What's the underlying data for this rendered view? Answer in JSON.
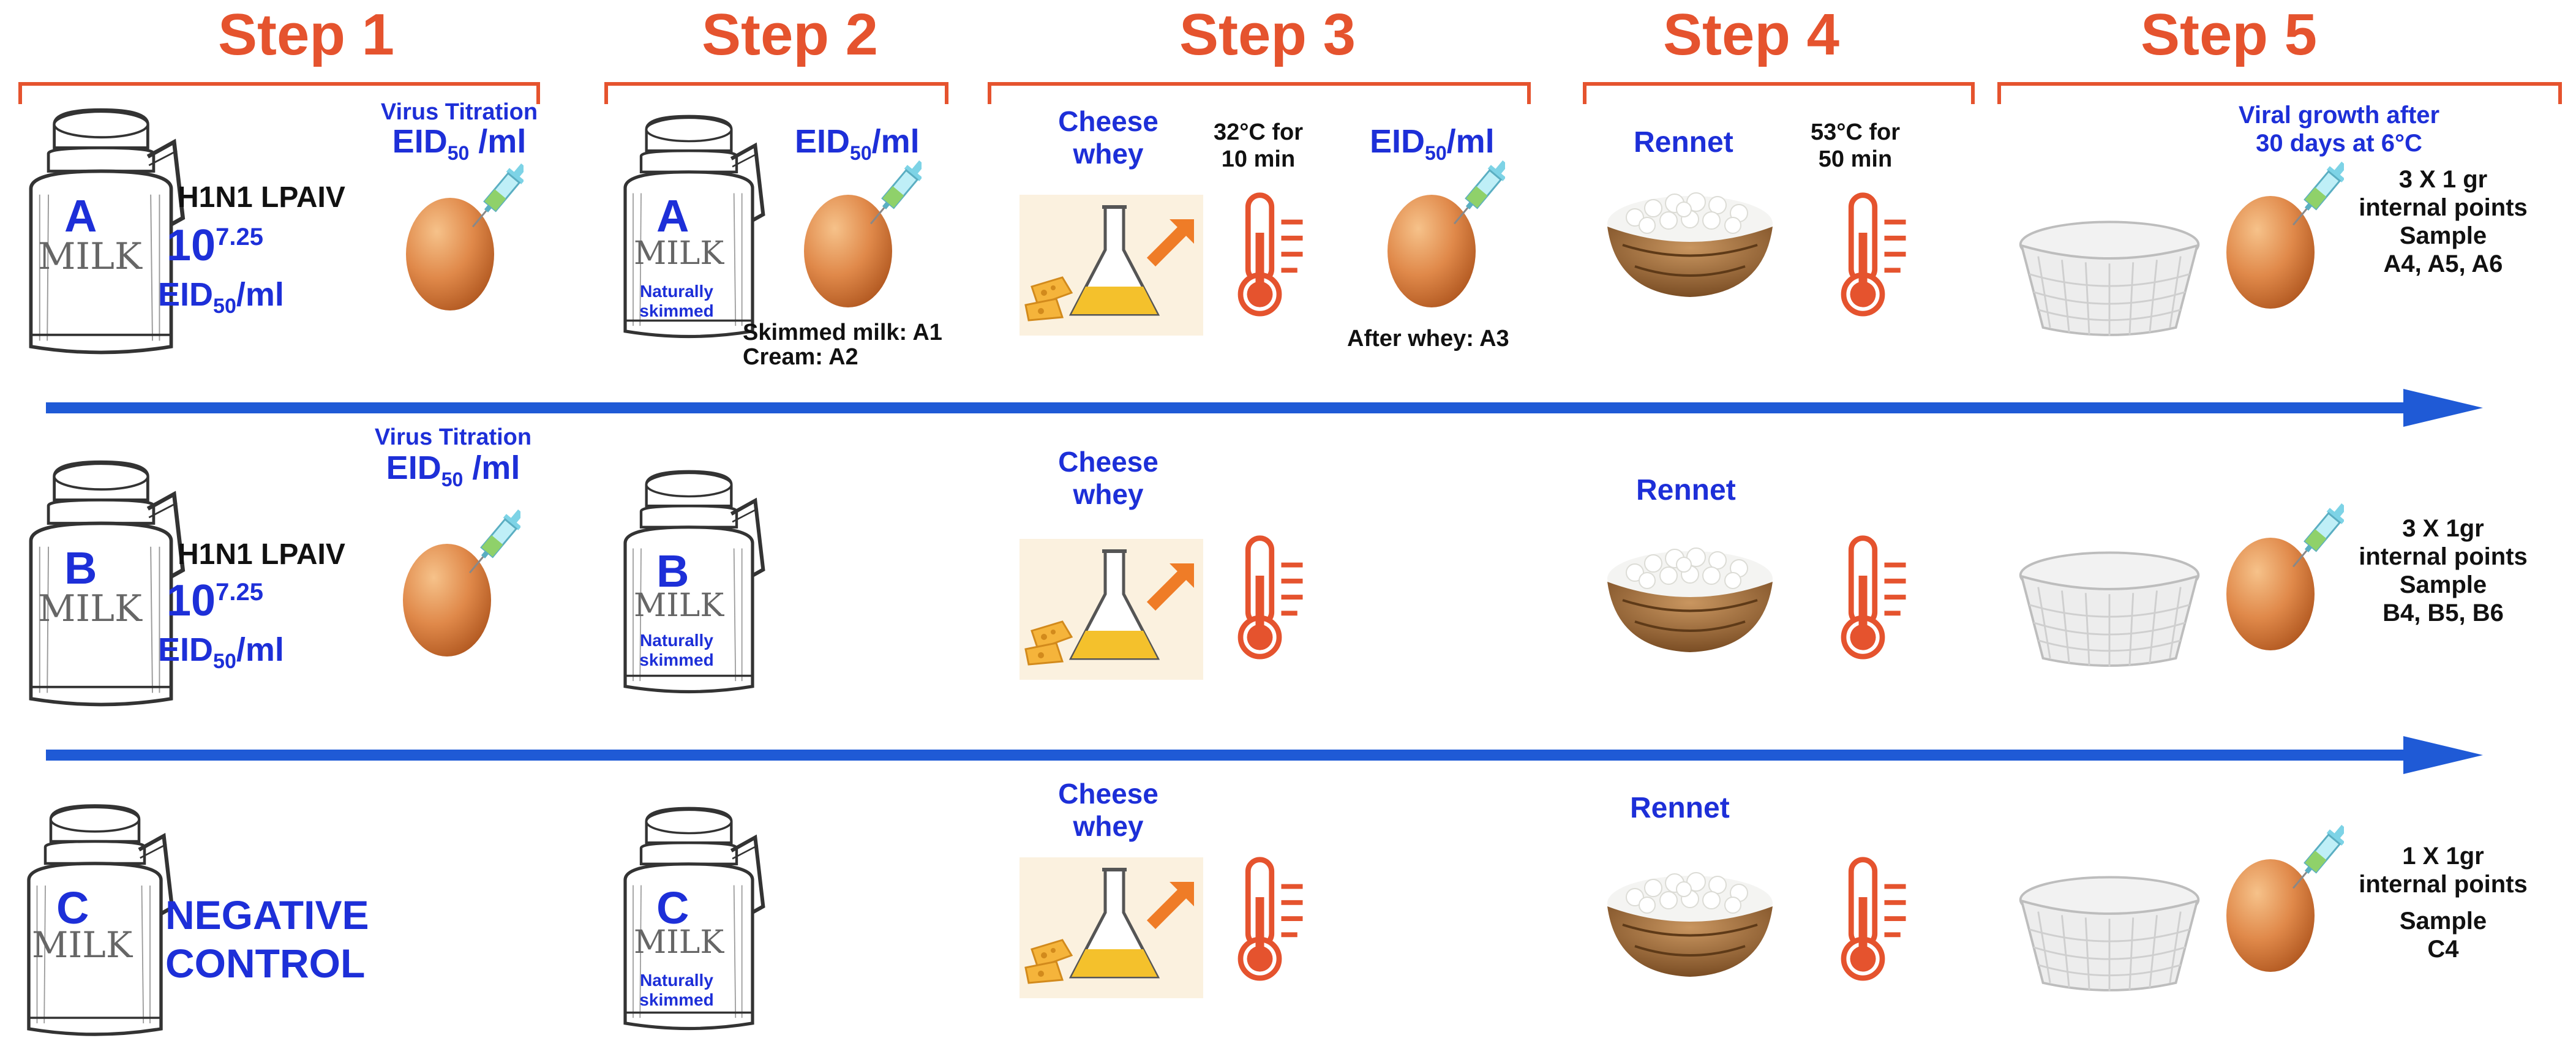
{
  "steps": [
    {
      "title": "Step 1"
    },
    {
      "title": "Step 2"
    },
    {
      "title": "Step 3"
    },
    {
      "title": "Step 4"
    },
    {
      "title": "Step 5"
    }
  ],
  "colors": {
    "step": "#e5532e",
    "blue": "#1d2fd8",
    "arrow": "#1f5ad6"
  },
  "row_a": {
    "can_letter": "A",
    "virus_titration": "Virus Titration",
    "eid_1_main": "EID",
    "eid_1_sub": "50",
    "eid_1_unit": " /ml",
    "strain": "H1N1 LPAIV",
    "dose_base": "10",
    "dose_exp": "7.25",
    "dose_unit_main": "EID",
    "dose_unit_sub": "50",
    "dose_unit_tail": "/ml",
    "step2_letter": "A",
    "step2_nat1": "Naturally",
    "step2_nat2": "skimmed",
    "step2_eid_main": "EID",
    "step2_eid_sub": "50",
    "step2_eid_unit": "/ml",
    "skimmed_milk": "Skimmed milk: A1",
    "cream": "Cream: A2",
    "whey_1": "Cheese",
    "whey_2": "whey",
    "temp3_1": "32°C for",
    "temp3_2": "10 min",
    "step3_eid_main": "EID",
    "step3_eid_sub": "50",
    "step3_eid_unit": "/ml",
    "after_whey": "After whey: A3",
    "rennet": "Rennet",
    "temp4_1": "53°C for",
    "temp4_2": "50 min",
    "growth_1": "Viral growth after",
    "growth_2": "30 days at 6°C",
    "sample_1": "3 X 1 gr",
    "sample_2": "internal points",
    "sample_3": "Sample",
    "sample_4": "A4, A5, A6"
  },
  "row_b": {
    "can_letter": "B",
    "virus_titration": "Virus Titration",
    "eid_1_main": "EID",
    "eid_1_sub": "50",
    "eid_1_unit": " /ml",
    "strain": "H1N1 LPAIV",
    "dose_base": "10",
    "dose_exp": "7.25",
    "dose_unit_main": "EID",
    "dose_unit_sub": "50",
    "dose_unit_tail": "/ml",
    "step2_letter": "B",
    "step2_nat1": "Naturally",
    "step2_nat2": "skimmed",
    "whey_1": "Cheese",
    "whey_2": "whey",
    "rennet": "Rennet",
    "sample_1": "3 X 1gr",
    "sample_2": "internal points",
    "sample_3": "Sample",
    "sample_4": "B4, B5, B6"
  },
  "row_c": {
    "can_letter": "C",
    "negative_1": "NEGATIVE",
    "negative_2": "CONTROL",
    "step2_letter": "C",
    "step2_nat1": "Naturally",
    "step2_nat2": "skimmed",
    "whey_1": "Cheese",
    "whey_2": "whey",
    "rennet": "Rennet",
    "sample_1": "1 X 1gr",
    "sample_2": "internal points",
    "sample_3": "Sample",
    "sample_4": "C4"
  },
  "milk_text": "MILK"
}
